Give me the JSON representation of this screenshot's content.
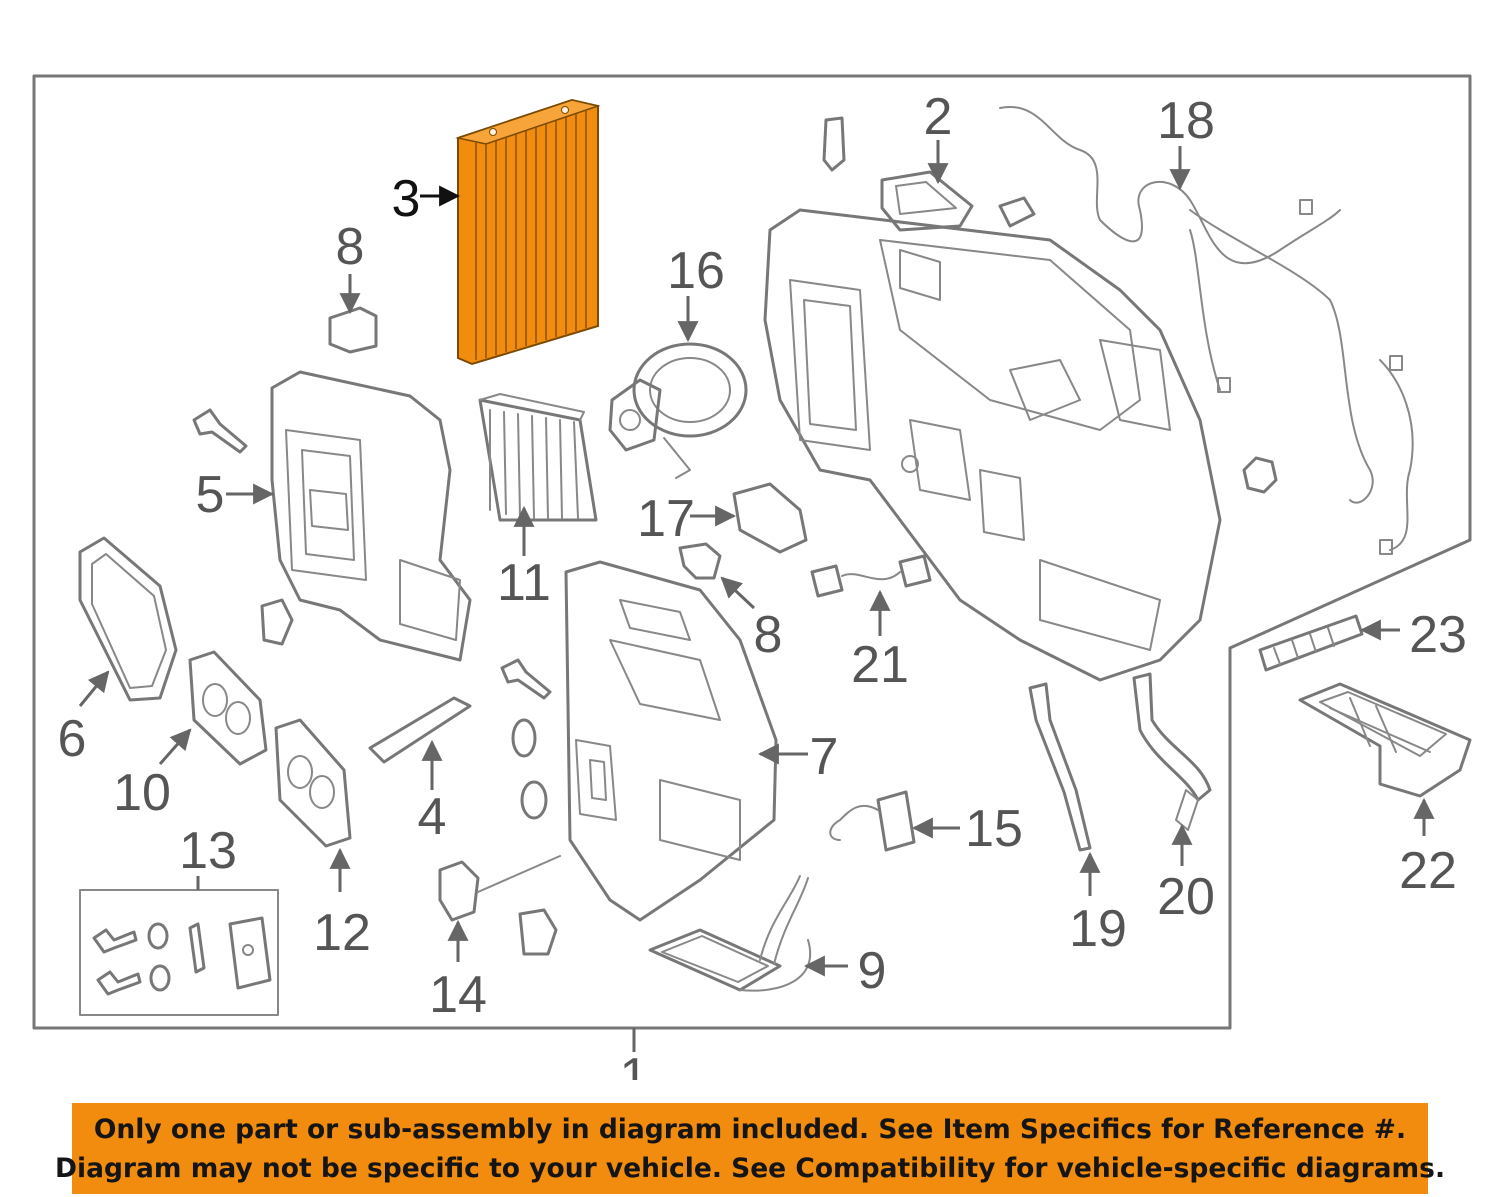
{
  "diagram": {
    "highlight_color": "#f28c0f",
    "highlighted_part": "3",
    "callouts": {
      "c1": "1",
      "c2": "2",
      "c3": "3",
      "c4": "4",
      "c5": "5",
      "c6": "6",
      "c7": "7",
      "c8a": "8",
      "c8b": "8",
      "c9": "9",
      "c10": "10",
      "c11": "11",
      "c12": "12",
      "c13": "13",
      "c14": "14",
      "c15": "15",
      "c16": "16",
      "c17": "17",
      "c18": "18",
      "c19": "19",
      "c20": "20",
      "c21": "21",
      "c22": "22",
      "c23": "23"
    }
  },
  "banner": {
    "color": "#f28c0f",
    "line1": "Only one part or sub-assembly in diagram included. See Item Specifics for Reference #.",
    "line2": "Diagram may not be specific to your vehicle. See Compatibility for vehicle-specific diagrams."
  }
}
